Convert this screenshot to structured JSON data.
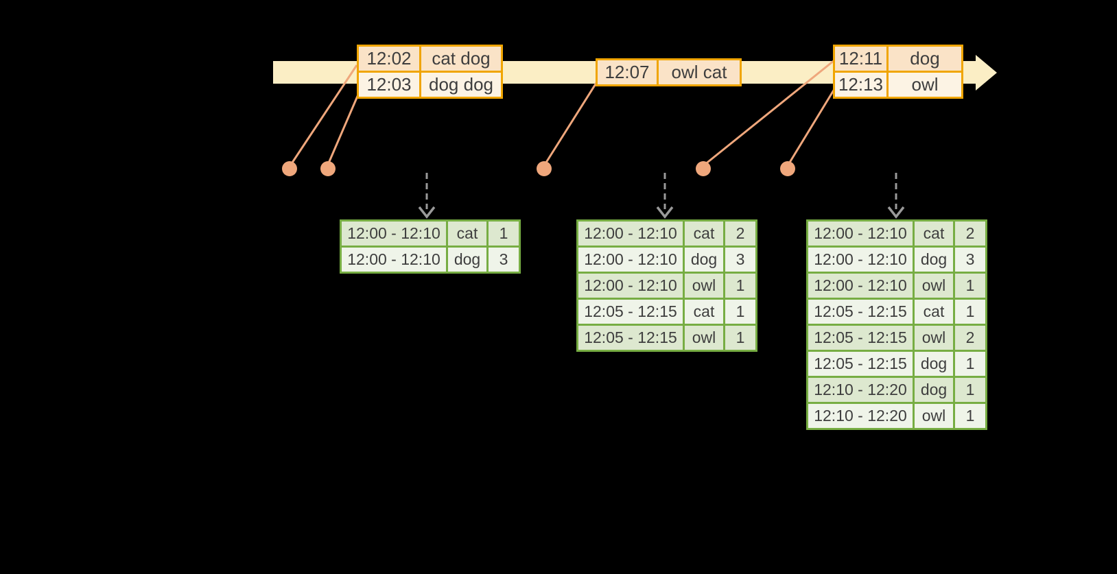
{
  "colors": {
    "background": "#000000",
    "timeline_bar": "#FBEEC5",
    "event_table_border": "#F0A500",
    "event_row_dark": "#FAE3C7",
    "event_row_light": "#FCF3E4",
    "connector_salmon": "#EFA77C",
    "trigger_arrow_gray": "#9A9A9A",
    "result_table_border": "#77AD43",
    "result_row_dark": "#DDE8CF",
    "result_row_light": "#EFF4E9",
    "text": "#3E3E3E"
  },
  "icons": {
    "timeline_arrowhead": "right-arrow",
    "event_dot": "event-time-point",
    "trigger_arrow": "dashed-down-arrow"
  },
  "event_tables": [
    {
      "rows": [
        {
          "time": "12:02",
          "words": "cat dog"
        },
        {
          "time": "12:03",
          "words": "dog dog"
        }
      ]
    },
    {
      "rows": [
        {
          "time": "12:07",
          "words": "owl cat"
        }
      ]
    },
    {
      "rows": [
        {
          "time": "12:11",
          "words": "dog"
        },
        {
          "time": "12:13",
          "words": "owl"
        }
      ]
    }
  ],
  "result_tables": [
    {
      "rows": [
        {
          "window": "12:00 - 12:10",
          "word": "cat",
          "count": "1"
        },
        {
          "window": "12:00 - 12:10",
          "word": "dog",
          "count": "3"
        }
      ]
    },
    {
      "rows": [
        {
          "window": "12:00 - 12:10",
          "word": "cat",
          "count": "2"
        },
        {
          "window": "12:00 - 12:10",
          "word": "dog",
          "count": "3"
        },
        {
          "window": "12:00 - 12:10",
          "word": "owl",
          "count": "1"
        },
        {
          "window": "12:05 - 12:15",
          "word": "cat",
          "count": "1"
        },
        {
          "window": "12:05 - 12:15",
          "word": "owl",
          "count": "1"
        }
      ]
    },
    {
      "rows": [
        {
          "window": "12:00 - 12:10",
          "word": "cat",
          "count": "2"
        },
        {
          "window": "12:00 - 12:10",
          "word": "dog",
          "count": "3"
        },
        {
          "window": "12:00 - 12:10",
          "word": "owl",
          "count": "1"
        },
        {
          "window": "12:05 - 12:15",
          "word": "cat",
          "count": "1"
        },
        {
          "window": "12:05 - 12:15",
          "word": "owl",
          "count": "2"
        },
        {
          "window": "12:05 - 12:15",
          "word": "dog",
          "count": "1"
        },
        {
          "window": "12:10 - 12:20",
          "word": "dog",
          "count": "1"
        },
        {
          "window": "12:10 - 12:20",
          "word": "owl",
          "count": "1"
        }
      ]
    }
  ]
}
